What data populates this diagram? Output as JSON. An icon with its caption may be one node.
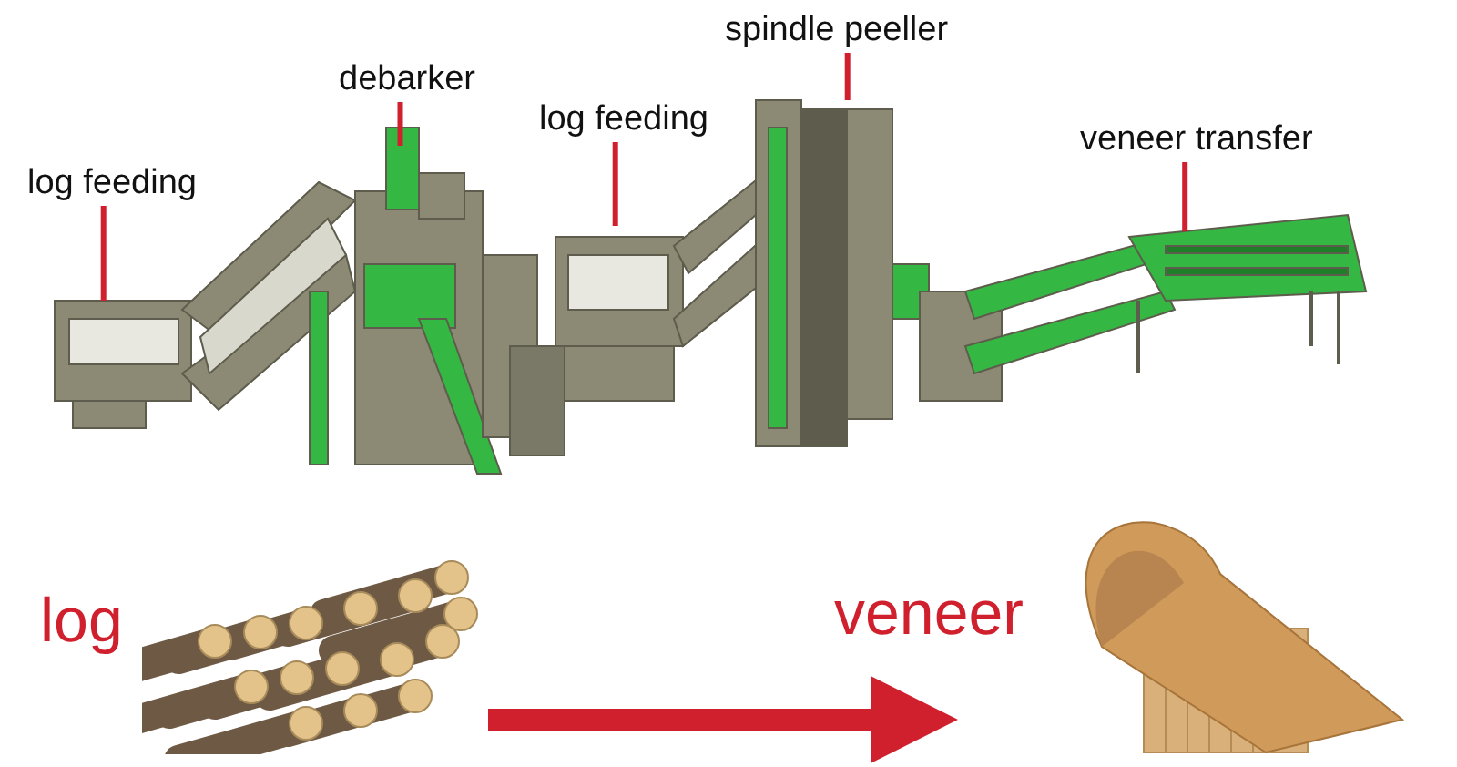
{
  "diagram": {
    "nodes": [
      {
        "text": [
          "log feeding"
        ]
      },
      {
        "text": [
          "debarker"
        ]
      },
      {
        "text": [
          "log feeding"
        ]
      },
      {
        "text": [
          "spindle peeller"
        ]
      },
      {
        "text": [
          "veneer transfer"
        ]
      },
      {
        "text": [],
        "shape": "picture",
        "beside": [
          "log"
        ]
      },
      {
        "text": [],
        "shape": "picture",
        "beside": [
          "veneer"
        ]
      }
    ],
    "edges": [
      {
        "from": 0,
        "to": null,
        "arrow": "none"
      },
      {
        "from": 1,
        "to": null,
        "arrow": "none"
      },
      {
        "from": 2,
        "to": null,
        "arrow": "none"
      },
      {
        "from": 3,
        "to": null,
        "arrow": "none"
      },
      {
        "from": 4,
        "to": null,
        "arrow": "none"
      },
      {
        "from": 5,
        "to": 6,
        "arrow": "to",
        "style": "thick"
      }
    ]
  }
}
